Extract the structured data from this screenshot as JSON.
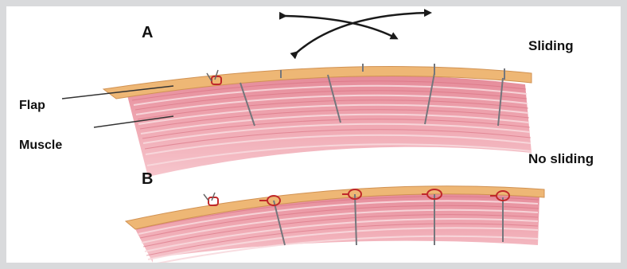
{
  "figure": {
    "panel_a": {
      "letter": "A",
      "status_label": "Sliding"
    },
    "panel_b": {
      "letter": "B",
      "status_label": "No sliding"
    },
    "labels": {
      "flap": "Flap",
      "muscle": "Muscle"
    },
    "colors": {
      "flap": "#ecb777",
      "flap_edge": "#cf8f4f",
      "muscle": "#e99aa6",
      "muscle_dark": "#d9707f",
      "muscle_stripe": "#f7d3d8",
      "suture": "#7a7a80",
      "knot": "#c0282a"
    }
  }
}
